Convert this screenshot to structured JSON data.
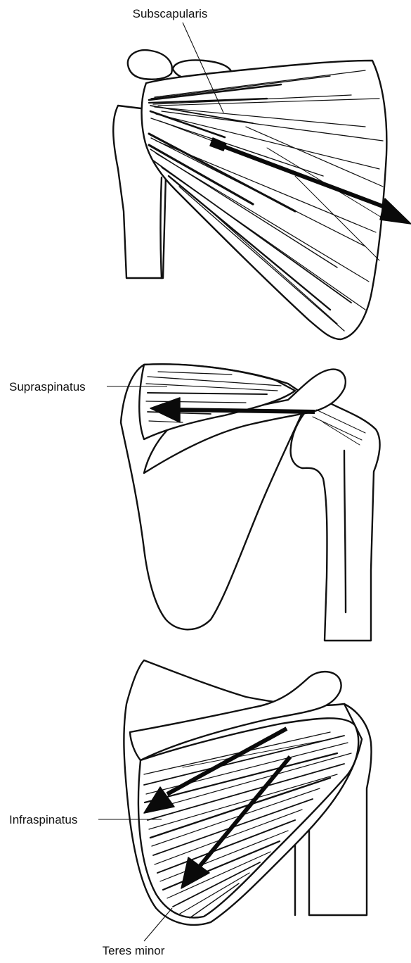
{
  "labels": {
    "subscapularis": "Subscapularis",
    "supraspinatus": "Supraspinatus",
    "infraspinatus": "Infraspinatus",
    "teres_minor": "Teres minor"
  },
  "colors": {
    "ink": "#111111",
    "background": "#ffffff"
  }
}
